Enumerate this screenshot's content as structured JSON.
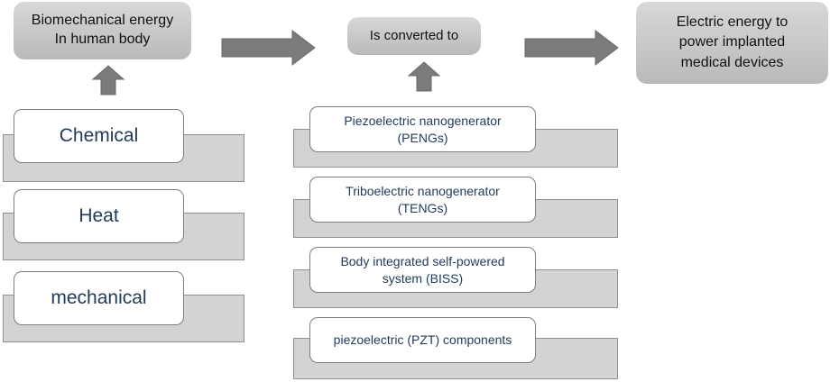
{
  "flow": {
    "source": "Biomechanical energy\nIn human body",
    "process": "Is converted to",
    "output": "Electric energy to\npower implanted\nmedical devices"
  },
  "energy_types": {
    "chemical": "Chemical",
    "heat": "Heat",
    "mechanical": "mechanical"
  },
  "technologies": {
    "peng": "Piezoelectric nanogenerator\n(PENGs)",
    "teng": "Triboelectric nanogenerator\n(TENGs)",
    "biss": "Body integrated self-powered\nsystem (BISS)",
    "pzt": "piezoelectric (PZT) components"
  },
  "colors": {
    "box_fill_top": "#d8d8d8",
    "box_fill_bottom": "#b9b9b9",
    "arrow": "#7b7b7b",
    "slab": "#d1d3d4",
    "card_text": "#1f3a5a"
  }
}
